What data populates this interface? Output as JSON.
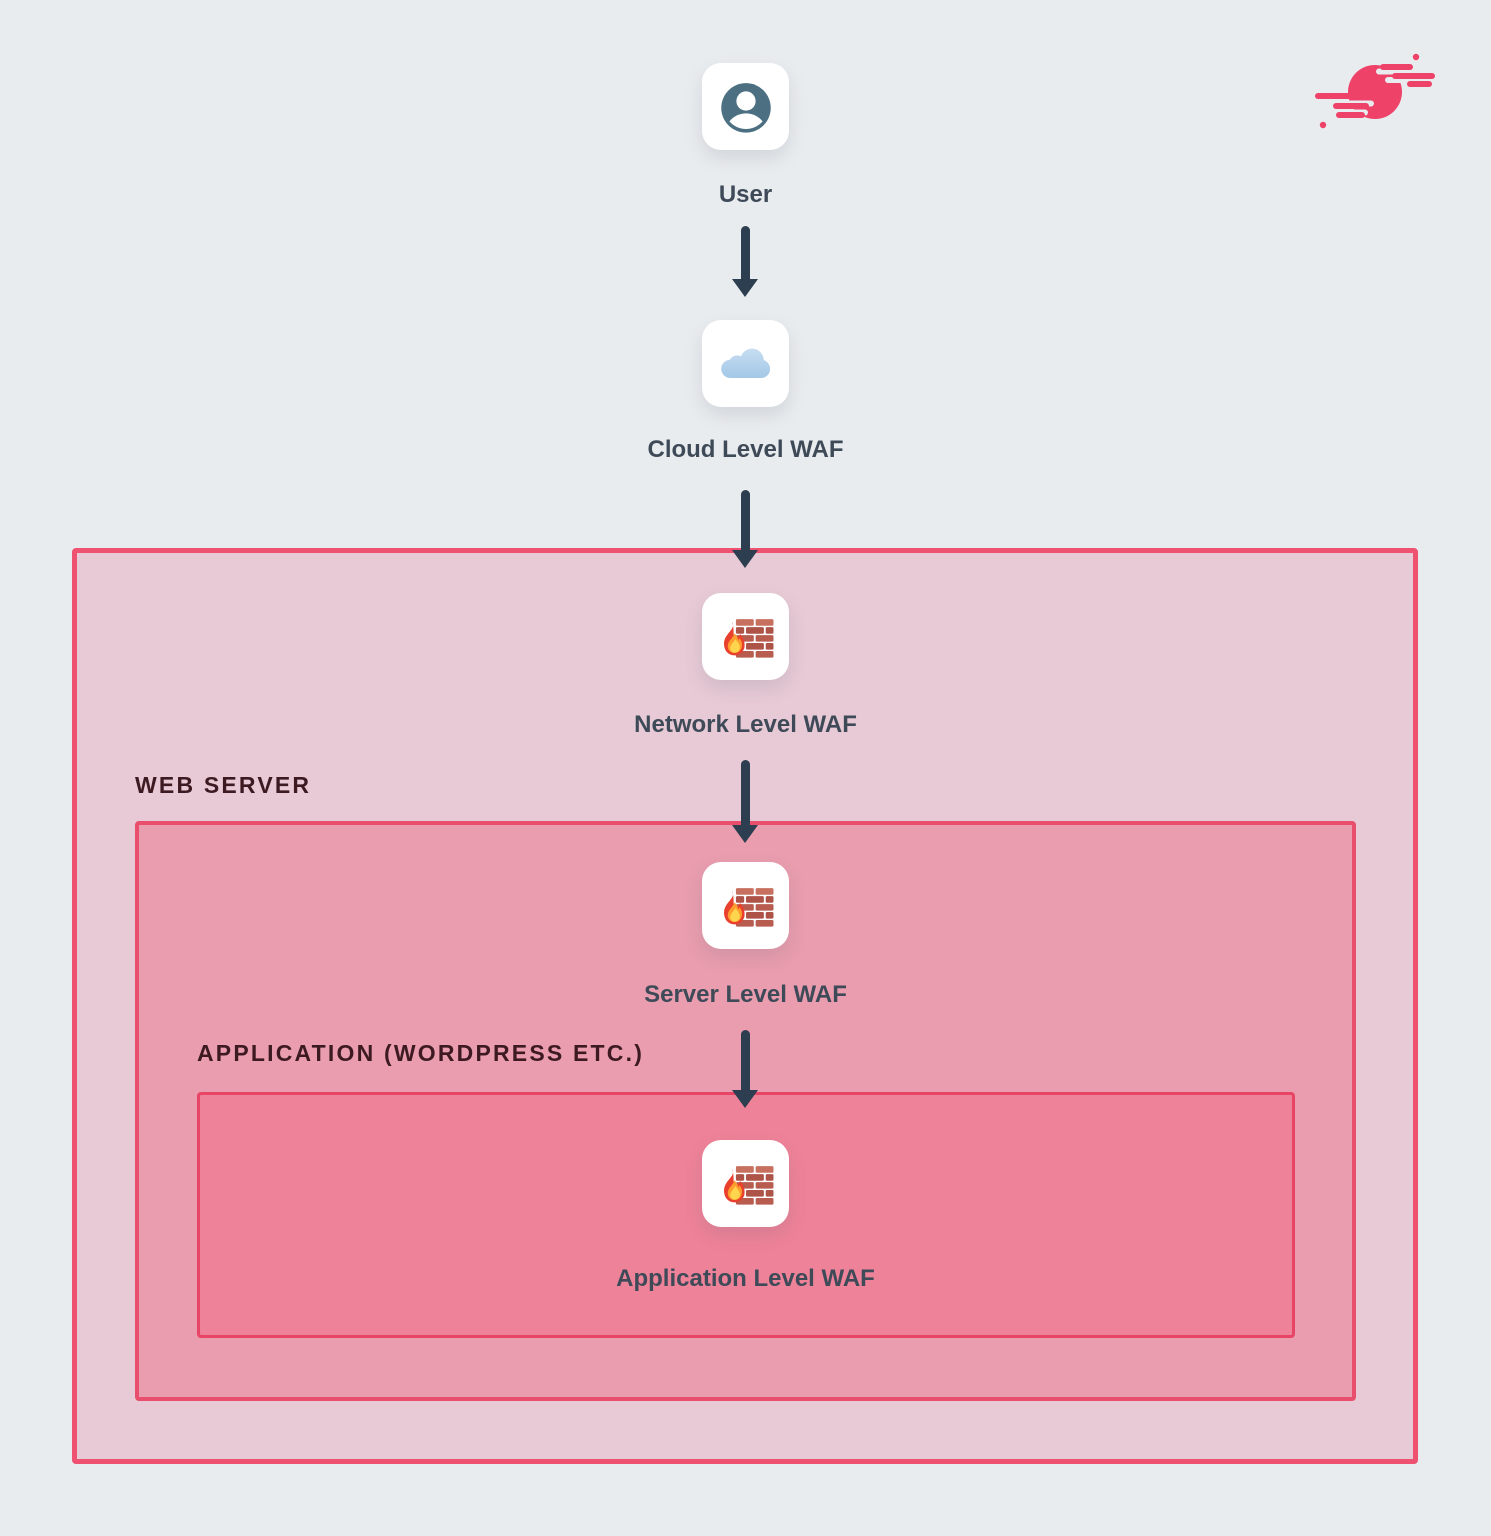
{
  "title": "WAF levels diagram",
  "nodes": {
    "user": {
      "label": "User"
    },
    "cloud": {
      "label": "Cloud Level WAF"
    },
    "network": {
      "label": "Network Level WAF"
    },
    "server": {
      "label": "Server Level WAF"
    },
    "application": {
      "label": "Application Level WAF"
    }
  },
  "containers": {
    "web_server": {
      "label": "WEB SERVER"
    },
    "application": {
      "label": "APPLICATION (WORDPRESS ETC.)"
    }
  },
  "icons": {
    "user": "user-avatar-icon",
    "cloud": "cloud-icon",
    "waf": "firewall-brick-flame-icon",
    "logo": "speed-ball-brand-logo"
  },
  "colors": {
    "bg": "#e9ecef",
    "outer-fill": "#e7cad5",
    "outer-border": "#ef5170",
    "mid-fill": "#e99dae",
    "mid-border": "#e94e6c",
    "inner-fill": "#ee8298",
    "inner-border": "#e84465",
    "arrow": "#2c3e4f",
    "node-label": "#3e4a58",
    "container-label": "#3d1a22",
    "card-bg": "#ffffff",
    "brand-pink": "#ee4268",
    "user-icon-teal": "#4c7082",
    "cloud-blue": "#abcde9",
    "brick-light": "#c8705f",
    "brick-dark": "#ad5347",
    "flame-red": "#e8402c",
    "flame-orange": "#ff9d2e",
    "flame-yellow": "#ffd54d"
  }
}
